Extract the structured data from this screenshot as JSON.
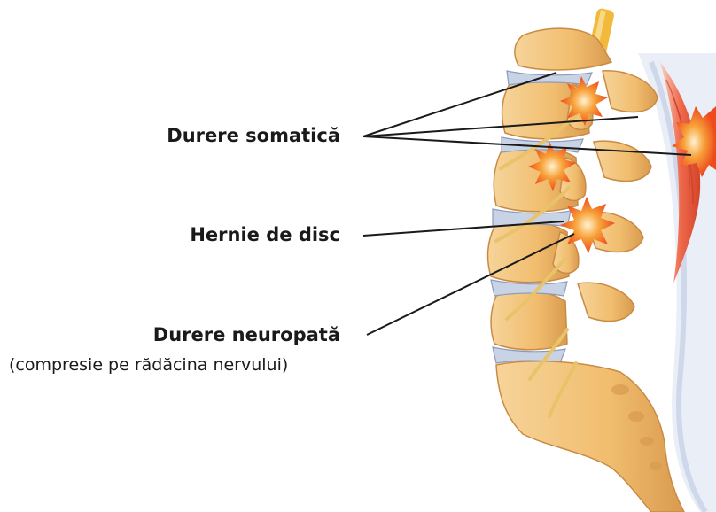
{
  "labels": {
    "somatic_pain": "Durere somatică",
    "disc_herniation": "Hernie de disc",
    "neuropathic_pain": "Durere neuropată",
    "neuropathic_note": "(compresie pe rădăcina nervului)"
  },
  "colors": {
    "bone": "#f3c27a",
    "bone_shadow": "#d99a4e",
    "disc": "#c9d3e6",
    "pain_burst": "#f05a22",
    "muscle": "#ef6a4c",
    "nerve": "#e9c36a",
    "leader_line": "#1a1a1a"
  }
}
